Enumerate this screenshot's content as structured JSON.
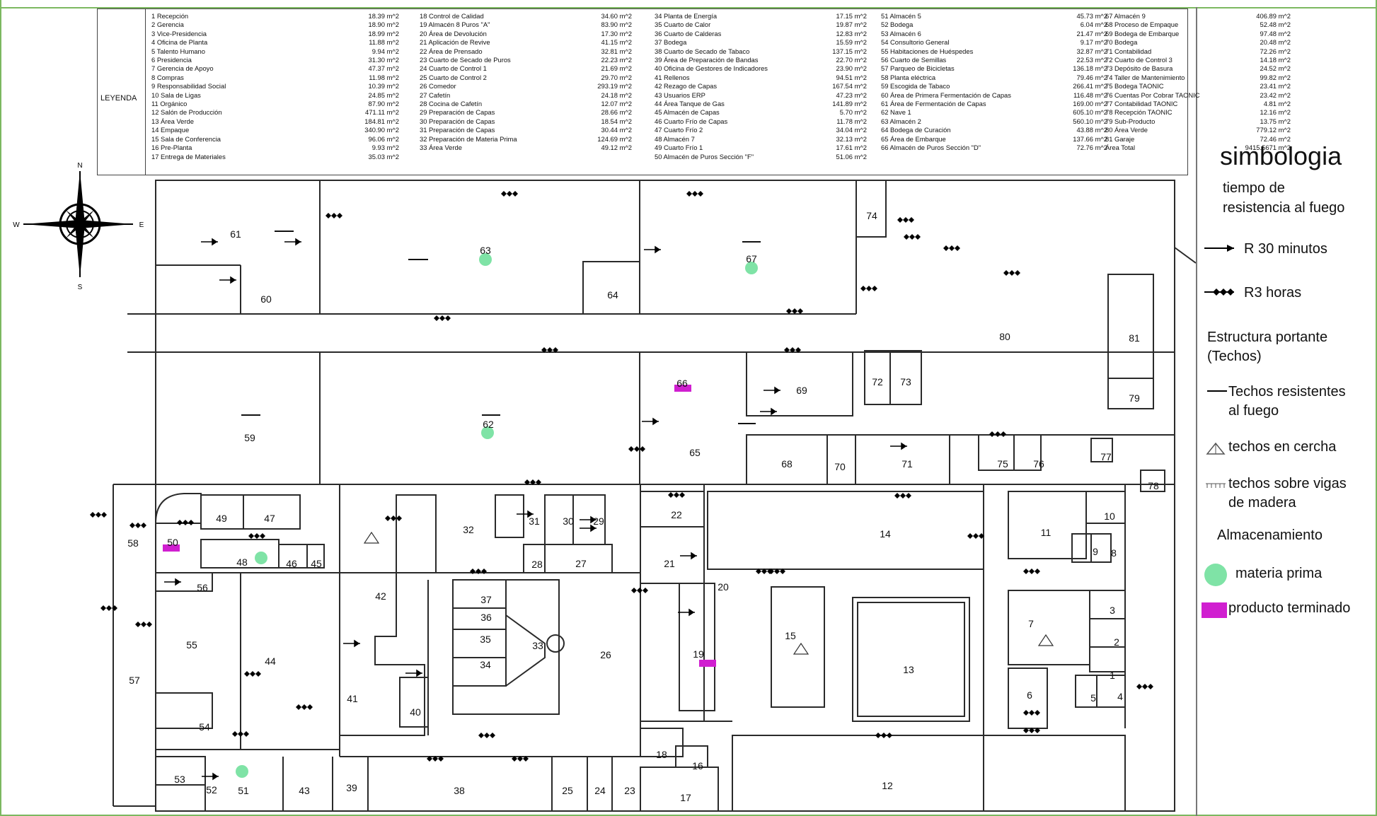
{
  "legend": {
    "title": "LEYENDA",
    "columns": [
      [
        [
          "1 Recepción",
          "18.39 m^2"
        ],
        [
          "2 Gerencia",
          "18.90 m^2"
        ],
        [
          "3 Vice-Presidencia",
          "18.99 m^2"
        ],
        [
          "4 Oficina de Planta",
          "11.88 m^2"
        ],
        [
          "5 Talento Humano",
          "9.94 m^2"
        ],
        [
          "6 Presidencia",
          "31.30 m^2"
        ],
        [
          "7 Gerencia de Apoyo",
          "47.37 m^2"
        ],
        [
          "8 Compras",
          "11.98 m^2"
        ],
        [
          "9 Responsabilidad Social",
          "10.39 m^2"
        ],
        [
          "10 Sala de Ligas",
          "24.85 m^2"
        ],
        [
          "11 Orgánico",
          "87.90 m^2"
        ],
        [
          "12 Salón de Producción",
          "471.11 m^2"
        ],
        [
          "13 Área Verde",
          "184.81 m^2"
        ],
        [
          "14 Empaque",
          "340.90 m^2"
        ],
        [
          "15 Sala de Conferencia",
          "96.06 m^2"
        ],
        [
          "16 Pre-Planta",
          "9.93 m^2"
        ],
        [
          "17 Entrega de Materiales",
          "35.03 m^2"
        ]
      ],
      [
        [
          "18 Control de Calidad",
          "34.60 m^2"
        ],
        [
          "19 Almacén 8 Puros \"A\"",
          "83.90 m^2"
        ],
        [
          "20 Área de Devolución",
          "17.30 m^2"
        ],
        [
          "21 Aplicación de Revive",
          "41.15 m^2"
        ],
        [
          "22 Área de Prensado",
          "32.81 m^2"
        ],
        [
          "23 Cuarto de Secado de Puros",
          "22.23 m^2"
        ],
        [
          "24 Cuarto de Control 1",
          "21.69 m^2"
        ],
        [
          "25 Cuarto de Control 2",
          "29.70 m^2"
        ],
        [
          "26 Comedor",
          "293.19 m^2"
        ],
        [
          "27 Cafetín",
          "24.18 m^2"
        ],
        [
          "28 Cocina de Cafetín",
          "12.07 m^2"
        ],
        [
          "29 Preparación de Capas",
          "28.66 m^2"
        ],
        [
          "30 Preparación de Capas",
          "18.54 m^2"
        ],
        [
          "31 Preparación de Capas",
          "30.44 m^2"
        ],
        [
          "32 Preparación de Materia Prima",
          "124.69 m^2"
        ],
        [
          "33 Área Verde",
          "49.12 m^2"
        ]
      ],
      [
        [
          "34 Planta de Energía",
          "17.15 m^2"
        ],
        [
          "35 Cuarto de Calor",
          "19.87 m^2"
        ],
        [
          "36 Cuarto de Calderas",
          "12.83 m^2"
        ],
        [
          "37 Bodega",
          "15.59 m^2"
        ],
        [
          "38 Cuarto de Secado de Tabaco",
          "137.15 m^2"
        ],
        [
          "39 Área de Preparación de Bandas",
          "22.70 m^2"
        ],
        [
          "40 Oficina de Gestores de Indicadores",
          "23.90 m^2"
        ],
        [
          "41 Rellenos",
          "94.51 m^2"
        ],
        [
          "42 Rezago de Capas",
          "167.54 m^2"
        ],
        [
          "43 Usuarios ERP",
          "47.23 m^2"
        ],
        [
          "44 Área Tanque de Gas",
          "141.89 m^2"
        ],
        [
          "45 Almacén de Capas",
          "5.70 m^2"
        ],
        [
          "46 Cuarto Frío de Capas",
          "11.78 m^2"
        ],
        [
          "47 Cuarto Frío 2",
          "34.04 m^2"
        ],
        [
          "48 Almacén 7",
          "32.13 m^2"
        ],
        [
          "49 Cuarto Frío 1",
          "17.61 m^2"
        ],
        [
          "50 Almacén de Puros Sección \"F\"",
          "51.06 m^2"
        ]
      ],
      [
        [
          "51 Almacén 5",
          "45.73 m^2"
        ],
        [
          "52 Bodega",
          "6.04 m^2"
        ],
        [
          "53 Almacén 6",
          "21.47 m^2"
        ],
        [
          "54 Consultorio General",
          "9.17 m^2"
        ],
        [
          "55 Habitaciones de Huéspedes",
          "32.87 m^2"
        ],
        [
          "56 Cuarto de Semillas",
          "22.53 m^2"
        ],
        [
          "57 Parqueo de Bicicletas",
          "136.18 m^2"
        ],
        [
          "58 Planta eléctrica",
          "79.46 m^2"
        ],
        [
          "59 Escogida de Tabaco",
          "266.41 m^2"
        ],
        [
          "60 Área de Primera Fermentación de Capas",
          "116.48 m^2"
        ],
        [
          "61 Área de Fermentación de Capas",
          "169.00 m^2"
        ],
        [
          "62 Nave 1",
          "605.10 m^2"
        ],
        [
          "63 Almacén 2",
          "560.10 m^2"
        ],
        [
          "64 Bodega de Curación",
          "43.88 m^2"
        ],
        [
          "65 Área de Embarque",
          "137.66 m^2"
        ],
        [
          "66 Almacén de Puros Sección \"D\"",
          "72.76 m^2"
        ]
      ],
      [
        [
          "67 Almacén 9",
          "406.89 m^2"
        ],
        [
          "68 Proceso de Empaque",
          "52.48 m^2"
        ],
        [
          "69 Bodega de Embarque",
          "97.48 m^2"
        ],
        [
          "70 Bodega",
          "20.48 m^2"
        ],
        [
          "71 Contabilidad",
          "72.26 m^2"
        ],
        [
          "72 Cuarto de Control 3",
          "14.18 m^2"
        ],
        [
          "73 Depósito de Basura",
          "24.52 m^2"
        ],
        [
          "74 Taller de Mantenimiento",
          "99.82 m^2"
        ],
        [
          "75 Bodega TAONIC",
          "23.41 m^2"
        ],
        [
          "76 Cuentas Por Cobrar TAONIC",
          "23.42 m^2"
        ],
        [
          "77 Contabilidad TAONIC",
          "4.81 m^2"
        ],
        [
          "78 Recepción TAONIC",
          "12.16 m^2"
        ],
        [
          "79 Sub-Producto",
          "13.75 m^2"
        ],
        [
          "80 Área Verde",
          "779.12 m^2"
        ],
        [
          "81 Garaje",
          "72.46 m^2"
        ],
        [
          "Área Total",
          "9415.5671 m^2"
        ]
      ]
    ]
  },
  "compass": {
    "n": "N",
    "s": "S",
    "e": "E",
    "w": "W"
  },
  "simbologia": {
    "title": "simbologia",
    "subtitle_line1": "tiempo de",
    "subtitle_line2": "resistencia al fuego",
    "r30": "R 30 minutos",
    "r3": "R3 horas",
    "estructura_line1": "Estructura portante",
    "estructura_line2": "(Techos)",
    "techos_res_line1": "Techos resistentes",
    "techos_res_line2": "al fuego",
    "cercha": "techos en cercha",
    "vigas_line1": "techos sobre vigas",
    "vigas_line2": "de madera",
    "almac": "Almacenamiento",
    "materia": "materia prima",
    "producto": "producto terminado"
  },
  "colors": {
    "materia_prima": "#7fe3a6",
    "producto_terminado": "#d01fd0",
    "frame": "#7cb860"
  },
  "rooms": [
    {
      "id": "61"
    },
    {
      "id": "60"
    },
    {
      "id": "63"
    },
    {
      "id": "64"
    },
    {
      "id": "67"
    },
    {
      "id": "74"
    },
    {
      "id": "80"
    },
    {
      "id": "81"
    },
    {
      "id": "59"
    },
    {
      "id": "62"
    },
    {
      "id": "66"
    },
    {
      "id": "65"
    },
    {
      "id": "69"
    },
    {
      "id": "72"
    },
    {
      "id": "73"
    },
    {
      "id": "79"
    },
    {
      "id": "68"
    },
    {
      "id": "70"
    },
    {
      "id": "71"
    },
    {
      "id": "75"
    },
    {
      "id": "76"
    },
    {
      "id": "77"
    },
    {
      "id": "78"
    },
    {
      "id": "58"
    },
    {
      "id": "50"
    },
    {
      "id": "49"
    },
    {
      "id": "47"
    },
    {
      "id": "48"
    },
    {
      "id": "46"
    },
    {
      "id": "45"
    },
    {
      "id": "32"
    },
    {
      "id": "31"
    },
    {
      "id": "30"
    },
    {
      "id": "29"
    },
    {
      "id": "28"
    },
    {
      "id": "27"
    },
    {
      "id": "22"
    },
    {
      "id": "21"
    },
    {
      "id": "14"
    },
    {
      "id": "11"
    },
    {
      "id": "10"
    },
    {
      "id": "9"
    },
    {
      "id": "8"
    },
    {
      "id": "56"
    },
    {
      "id": "42"
    },
    {
      "id": "37"
    },
    {
      "id": "36"
    },
    {
      "id": "35"
    },
    {
      "id": "34"
    },
    {
      "id": "33"
    },
    {
      "id": "26"
    },
    {
      "id": "20"
    },
    {
      "id": "15"
    },
    {
      "id": "13"
    },
    {
      "id": "7"
    },
    {
      "id": "3"
    },
    {
      "id": "2"
    },
    {
      "id": "1"
    },
    {
      "id": "55"
    },
    {
      "id": "44"
    },
    {
      "id": "57"
    },
    {
      "id": "41"
    },
    {
      "id": "40"
    },
    {
      "id": "19"
    },
    {
      "id": "6"
    },
    {
      "id": "5"
    },
    {
      "id": "4"
    },
    {
      "id": "54"
    },
    {
      "id": "18"
    },
    {
      "id": "16"
    },
    {
      "id": "53"
    },
    {
      "id": "52"
    },
    {
      "id": "51"
    },
    {
      "id": "43"
    },
    {
      "id": "39"
    },
    {
      "id": "38"
    },
    {
      "id": "25"
    },
    {
      "id": "24"
    },
    {
      "id": "23"
    },
    {
      "id": "17"
    },
    {
      "id": "12"
    }
  ]
}
